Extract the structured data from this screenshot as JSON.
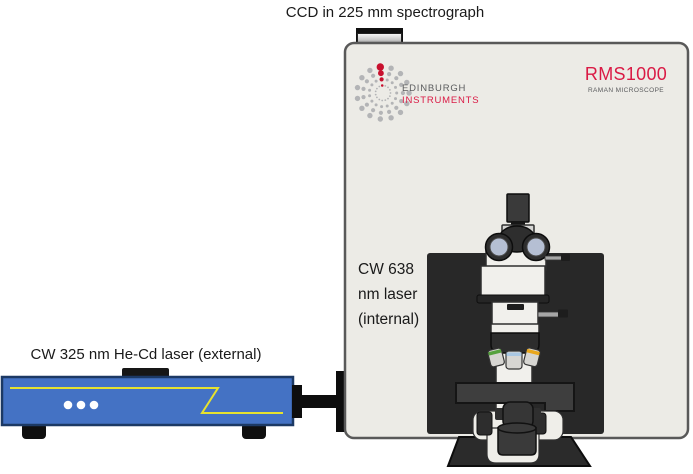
{
  "diagram": {
    "ccd_label": "CCD in 225 mm spectrograph",
    "external_laser_label": "CW 325 nm He-Cd laser (external)",
    "internal_laser_label": "CW 638\nnm laser\n(internal)"
  },
  "branding": {
    "name_line1": "EDINBURGH",
    "name_line2": "INSTRUMENTS",
    "model": "RMS1000",
    "model_subtitle": "RAMAN MICROSCOPE"
  },
  "colors": {
    "brand_red": "#da1a45",
    "logo_dot_gray": "#b3b4b6",
    "logo_dot_red": "#c8102e",
    "laser_blue": "#4472c4",
    "laser_border_navy": "#1c3964",
    "beam_yellow": "#e6e22e",
    "enclosure_fill": "#ecebe6",
    "enclosure_border": "#595959",
    "panel_dark": "#282828",
    "objective_band_green": "#56a23e",
    "objective_band_blue": "#a9c7e2",
    "objective_band_yellow": "#e9a71c",
    "eyepiece_lens": "#b5bfd3"
  }
}
